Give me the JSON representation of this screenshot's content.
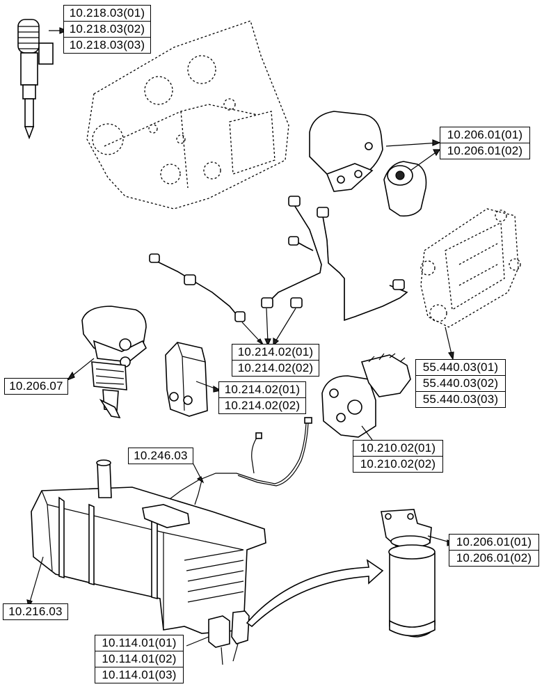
{
  "references": {
    "injector": [
      "10.218.03(01)",
      "10.218.03(02)",
      "10.218.03(03)"
    ],
    "lift_pump": [
      "10.206.01(01)",
      "10.206.01(02)"
    ],
    "fuel_lines": [
      "10.214.02(01)",
      "10.214.02(02)"
    ],
    "hand_primer": [
      "10.206.07"
    ],
    "line_bracket": [
      "10.214.02(01)",
      "10.214.02(02)"
    ],
    "mounting_frame": [
      "55.440.03(01)",
      "55.440.03(02)",
      "55.440.03(03)"
    ],
    "injection_pump": [
      "10.210.02(01)",
      "10.210.02(02)"
    ],
    "harness": [
      "10.246.03"
    ],
    "fuel_tank": [
      "10.216.03"
    ],
    "tank_sensors": [
      "10.114.01(01)",
      "10.114.01(02)",
      "10.114.01(03)"
    ],
    "fuel_filter": [
      "10.206.01(01)",
      "10.206.01(02)"
    ]
  }
}
